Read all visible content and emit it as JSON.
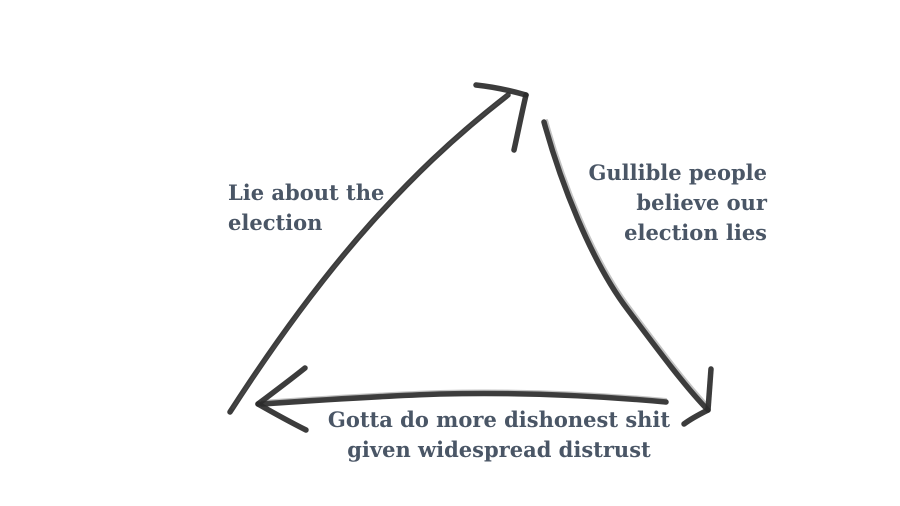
{
  "diagram": {
    "labels": {
      "left": [
        "Lie about the",
        "election"
      ],
      "right": [
        "Gullible people",
        "believe our",
        "election lies"
      ],
      "bottom": [
        "Gotta do more dishonest shit",
        "given widespread distrust"
      ]
    }
  }
}
